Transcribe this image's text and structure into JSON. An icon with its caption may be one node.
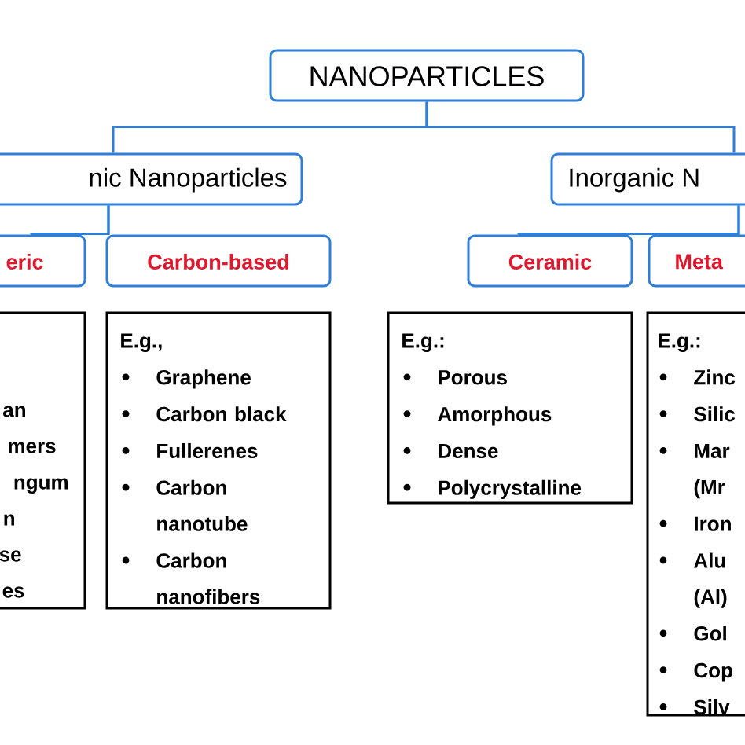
{
  "diagram": {
    "nodes": [
      {
        "text": [
          "NANOPARTICLES"
        ]
      },
      {
        "text": [
          "nic Nanoparticles"
        ]
      },
      {
        "text": [
          "eric"
        ]
      },
      {
        "text": [
          "Carbon-based"
        ]
      },
      {
        "text": [
          "Inorganic N"
        ]
      },
      {
        "text": [
          "Ceramic"
        ]
      },
      {
        "text": [
          "Meta"
        ]
      },
      {
        "text": [
          "an",
          "mers",
          "ngum",
          "n",
          "se",
          "es"
        ]
      },
      {
        "text": [
          "E.g.,",
          "Graphene",
          "Carbon black",
          "Fullerenes",
          "Carbon nanotube",
          "Carbon nanofibers"
        ]
      },
      {
        "text": [
          "E.g.:",
          "Porous",
          "Amorphous",
          "Dense",
          "Polycrystalline"
        ]
      },
      {
        "text": [
          "E.g.:",
          "Zinc",
          "Silic",
          "Mar (Mr",
          "Iron",
          "Alu (Al)",
          "Gol",
          "Cop",
          "Silv"
        ]
      }
    ],
    "edges": [
      {
        "from": 0,
        "to": 1,
        "arrow": "none"
      },
      {
        "from": 0,
        "to": 4,
        "arrow": "none"
      },
      {
        "from": 1,
        "to": 2,
        "arrow": "none"
      },
      {
        "from": 1,
        "to": 3,
        "arrow": "none"
      },
      {
        "from": 4,
        "to": 5,
        "arrow": "none"
      },
      {
        "from": 4,
        "to": 6,
        "arrow": "none"
      }
    ]
  }
}
